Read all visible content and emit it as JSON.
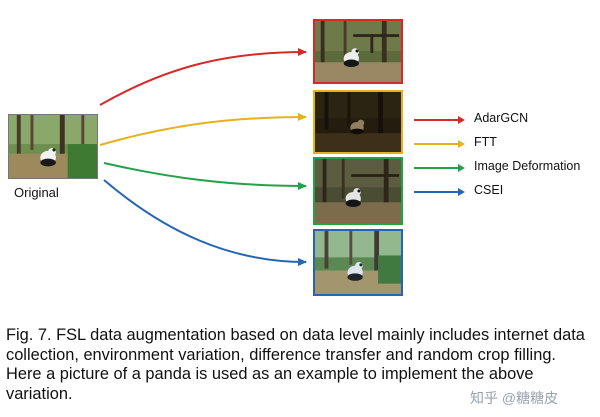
{
  "figure": {
    "original_label": "Original",
    "legend": [
      {
        "label": "AdarGCN",
        "color": "#d42a2a"
      },
      {
        "label": "FTT",
        "color": "#e6b21c"
      },
      {
        "label": "Image Deformation",
        "color": "#24a24a"
      },
      {
        "label": "CSEI",
        "color": "#2466b3"
      }
    ]
  },
  "caption": {
    "text": "Fig. 7. FSL data augmentation based on data level mainly includes internet data collection, environment variation, difference transfer and random crop filling. Here a picture of a panda is used as an example to implement the above variation."
  },
  "watermark": {
    "text": "知乎 @糖糖皮"
  }
}
